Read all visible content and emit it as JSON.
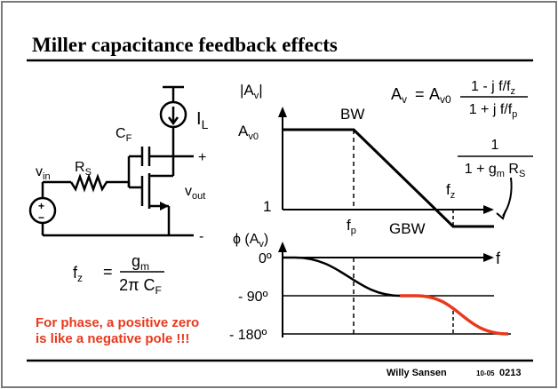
{
  "slide": {
    "title": "Miller capacitance feedback effects",
    "footer": {
      "author": "Willy Sansen",
      "date_code": "10-05",
      "page": "0213"
    }
  },
  "circuit": {
    "current_source_label": {
      "main": "I",
      "sub": "L"
    },
    "cap_label": {
      "main": "C",
      "sub": "F"
    },
    "resistor_label": {
      "main": "R",
      "sub": "S"
    },
    "input_label": {
      "main": "v",
      "sub": "in"
    },
    "output_label": {
      "main": "v",
      "sub": "out"
    },
    "plus": "+",
    "minus": "-",
    "src_plus": "+",
    "src_minus": "−"
  },
  "fz_formula": {
    "lhs_main": "f",
    "lhs_sub": "z",
    "eq": "=",
    "num_main": "g",
    "num_sub": "m",
    "den_main": "2π C",
    "den_sub": "F"
  },
  "note": {
    "line1": "For phase, a positive zero",
    "line2": "is like a negative pole !!!",
    "color": "#e8391d"
  },
  "gain_formula": {
    "lhs_main": "A",
    "lhs_sub": "v",
    "eq": "=",
    "rhs_main": "A",
    "rhs_sub": "v0",
    "num_a": "1 - j f/f",
    "num_sub": "z",
    "den_a": "1 + j f/f",
    "den_sub": "p"
  },
  "zero_formula": {
    "num": "1",
    "den_a": "1 + g",
    "den_sub1": "m",
    "den_b": "R",
    "den_sub2": "S"
  },
  "mag_plot": {
    "axis_label": "|A",
    "axis_label_sub": "v",
    "axis_label_end": "|",
    "a_v0_main": "A",
    "a_v0_sub": "v0",
    "one": "1",
    "bw": "BW",
    "gbw": "GBW",
    "fp_main": "f",
    "fp_sub": "p",
    "fz_main": "f",
    "fz_sub": "z"
  },
  "phase_plot": {
    "axis_label": "ϕ (A",
    "axis_label_sub": "v",
    "axis_label_end": ")",
    "f_label": "f",
    "ticks": [
      "0º",
      "- 90º",
      "- 180º"
    ],
    "zero_curve_color": "#e8391d"
  }
}
